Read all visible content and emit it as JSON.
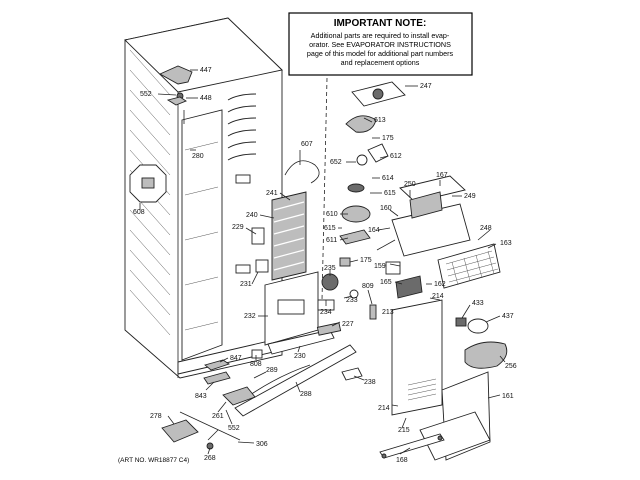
{
  "note": {
    "title": "IMPORTANT NOTE:",
    "lines": [
      "Additional parts are required to install evap-",
      "orator. See EVAPORATOR INSTRUCTIONS",
      "page of this model for additional part numbers",
      "and replacement options"
    ]
  },
  "art_number": "(ART NO. WR18877 C4)",
  "callouts": [
    "447",
    "552",
    "448",
    "280",
    "608",
    "607",
    "241",
    "240",
    "229",
    "231",
    "232",
    "247",
    "613",
    "175",
    "652",
    "612",
    "614",
    "615",
    "250",
    "167",
    "249",
    "160",
    "610",
    "615",
    "611",
    "164",
    "248",
    "163",
    "175",
    "235",
    "159",
    "165",
    "809",
    "162",
    "214",
    "433",
    "437",
    "234",
    "233",
    "227",
    "213",
    "230",
    "847",
    "808",
    "289",
    "256",
    "843",
    "288",
    "238",
    "261",
    "214",
    "161",
    "278",
    "552",
    "215",
    "268",
    "306",
    "168"
  ]
}
